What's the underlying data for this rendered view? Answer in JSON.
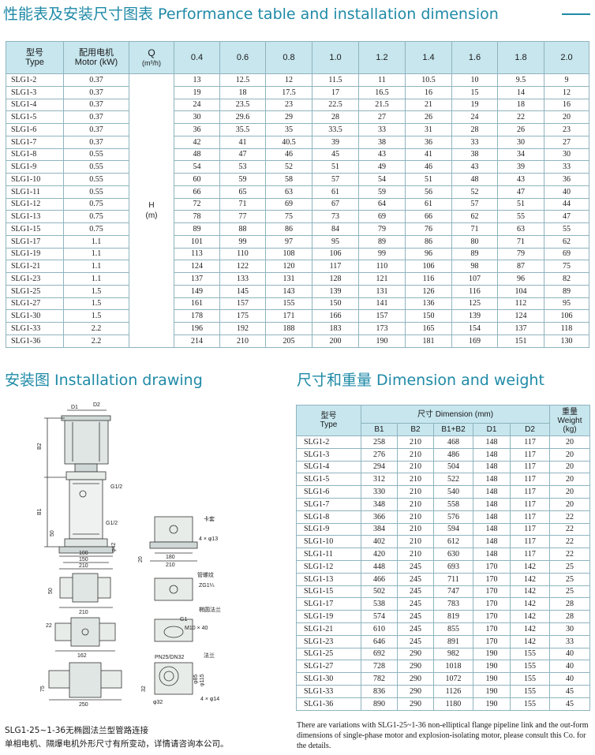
{
  "titles": {
    "performance": "性能表及安装尺寸图表 Performance table and installation dimension",
    "installation": "安装图 Installation drawing",
    "dimension": "尺寸和重量 Dimension and weight"
  },
  "performance_table": {
    "header": {
      "type_zh": "型号",
      "type_en": "Type",
      "motor_zh": "配用电机",
      "motor_en": "Motor (kW)",
      "q_label": "Q",
      "q_unit": "(m³/h)",
      "flows": [
        "0.4",
        "0.6",
        "0.8",
        "1.0",
        "1.2",
        "1.4",
        "1.6",
        "1.8",
        "2.0"
      ]
    },
    "h_label": "H",
    "h_unit": "(m)",
    "rows": [
      {
        "type": "SLG1-2",
        "motor": "0.37",
        "h": [
          "13",
          "12.5",
          "12",
          "11.5",
          "11",
          "10.5",
          "10",
          "9.5",
          "9"
        ]
      },
      {
        "type": "SLG1-3",
        "motor": "0.37",
        "h": [
          "19",
          "18",
          "17.5",
          "17",
          "16.5",
          "16",
          "15",
          "14",
          "12"
        ]
      },
      {
        "type": "SLG1-4",
        "motor": "0.37",
        "h": [
          "24",
          "23.5",
          "23",
          "22.5",
          "21.5",
          "21",
          "19",
          "18",
          "16"
        ]
      },
      {
        "type": "SLG1-5",
        "motor": "0.37",
        "h": [
          "30",
          "29.6",
          "29",
          "28",
          "27",
          "26",
          "24",
          "22",
          "20"
        ]
      },
      {
        "type": "SLG1-6",
        "motor": "0.37",
        "h": [
          "36",
          "35.5",
          "35",
          "33.5",
          "33",
          "31",
          "28",
          "26",
          "23"
        ]
      },
      {
        "type": "SLG1-7",
        "motor": "0.37",
        "h": [
          "42",
          "41",
          "40.5",
          "39",
          "38",
          "36",
          "33",
          "30",
          "27"
        ]
      },
      {
        "type": "SLG1-8",
        "motor": "0.55",
        "h": [
          "48",
          "47",
          "46",
          "45",
          "43",
          "41",
          "38",
          "34",
          "30"
        ]
      },
      {
        "type": "SLG1-9",
        "motor": "0.55",
        "h": [
          "54",
          "53",
          "52",
          "51",
          "49",
          "46",
          "43",
          "39",
          "33"
        ]
      },
      {
        "type": "SLG1-10",
        "motor": "0.55",
        "h": [
          "60",
          "59",
          "58",
          "57",
          "54",
          "51",
          "48",
          "43",
          "36"
        ]
      },
      {
        "type": "SLG1-11",
        "motor": "0.55",
        "h": [
          "66",
          "65",
          "63",
          "61",
          "59",
          "56",
          "52",
          "47",
          "40"
        ]
      },
      {
        "type": "SLG1-12",
        "motor": "0.75",
        "h": [
          "72",
          "71",
          "69",
          "67",
          "64",
          "61",
          "57",
          "51",
          "44"
        ]
      },
      {
        "type": "SLG1-13",
        "motor": "0.75",
        "h": [
          "78",
          "77",
          "75",
          "73",
          "69",
          "66",
          "62",
          "55",
          "47"
        ]
      },
      {
        "type": "SLG1-15",
        "motor": "0.75",
        "h": [
          "89",
          "88",
          "86",
          "84",
          "79",
          "76",
          "71",
          "63",
          "55"
        ]
      },
      {
        "type": "SLG1-17",
        "motor": "1.1",
        "h": [
          "101",
          "99",
          "97",
          "95",
          "89",
          "86",
          "80",
          "71",
          "62"
        ]
      },
      {
        "type": "SLG1-19",
        "motor": "1.1",
        "h": [
          "113",
          "110",
          "108",
          "106",
          "99",
          "96",
          "89",
          "79",
          "69"
        ]
      },
      {
        "type": "SLG1-21",
        "motor": "1.1",
        "h": [
          "124",
          "122",
          "120",
          "117",
          "110",
          "106",
          "98",
          "87",
          "75"
        ]
      },
      {
        "type": "SLG1-23",
        "motor": "1.1",
        "h": [
          "137",
          "133",
          "131",
          "128",
          "121",
          "116",
          "107",
          "96",
          "82"
        ]
      },
      {
        "type": "SLG1-25",
        "motor": "1.5",
        "h": [
          "149",
          "145",
          "143",
          "139",
          "131",
          "126",
          "116",
          "104",
          "89"
        ]
      },
      {
        "type": "SLG1-27",
        "motor": "1.5",
        "h": [
          "161",
          "157",
          "155",
          "150",
          "141",
          "136",
          "125",
          "112",
          "95"
        ]
      },
      {
        "type": "SLG1-30",
        "motor": "1.5",
        "h": [
          "178",
          "175",
          "171",
          "166",
          "157",
          "150",
          "139",
          "124",
          "106"
        ]
      },
      {
        "type": "SLG1-33",
        "motor": "2.2",
        "h": [
          "196",
          "192",
          "188",
          "183",
          "173",
          "165",
          "154",
          "137",
          "118"
        ]
      },
      {
        "type": "SLG1-36",
        "motor": "2.2",
        "h": [
          "214",
          "210",
          "205",
          "200",
          "190",
          "181",
          "169",
          "151",
          "130"
        ]
      }
    ]
  },
  "dimension_table": {
    "header": {
      "type_zh": "型号",
      "type_en": "Type",
      "size": "尺寸 Dimension (mm)",
      "cols": [
        "B1",
        "B2",
        "B1+B2",
        "D1",
        "D2"
      ],
      "weight_zh": "重量",
      "weight_en": "Weight",
      "weight_unit": "(kg)"
    },
    "rows": [
      {
        "type": "SLG1-2",
        "v": [
          "258",
          "210",
          "468",
          "148",
          "117",
          "20"
        ]
      },
      {
        "type": "SLG1-3",
        "v": [
          "276",
          "210",
          "486",
          "148",
          "117",
          "20"
        ]
      },
      {
        "type": "SLG1-4",
        "v": [
          "294",
          "210",
          "504",
          "148",
          "117",
          "20"
        ]
      },
      {
        "type": "SLG1-5",
        "v": [
          "312",
          "210",
          "522",
          "148",
          "117",
          "20"
        ]
      },
      {
        "type": "SLG1-6",
        "v": [
          "330",
          "210",
          "540",
          "148",
          "117",
          "20"
        ]
      },
      {
        "type": "SLG1-7",
        "v": [
          "348",
          "210",
          "558",
          "148",
          "117",
          "20"
        ]
      },
      {
        "type": "SLG1-8",
        "v": [
          "366",
          "210",
          "576",
          "148",
          "117",
          "22"
        ]
      },
      {
        "type": "SLG1-9",
        "v": [
          "384",
          "210",
          "594",
          "148",
          "117",
          "22"
        ]
      },
      {
        "type": "SLG1-10",
        "v": [
          "402",
          "210",
          "612",
          "148",
          "117",
          "22"
        ]
      },
      {
        "type": "SLG1-11",
        "v": [
          "420",
          "210",
          "630",
          "148",
          "117",
          "22"
        ]
      },
      {
        "type": "SLG1-12",
        "v": [
          "448",
          "245",
          "693",
          "170",
          "142",
          "25"
        ]
      },
      {
        "type": "SLG1-13",
        "v": [
          "466",
          "245",
          "711",
          "170",
          "142",
          "25"
        ]
      },
      {
        "type": "SLG1-15",
        "v": [
          "502",
          "245",
          "747",
          "170",
          "142",
          "25"
        ]
      },
      {
        "type": "SLG1-17",
        "v": [
          "538",
          "245",
          "783",
          "170",
          "142",
          "28"
        ]
      },
      {
        "type": "SLG1-19",
        "v": [
          "574",
          "245",
          "819",
          "170",
          "142",
          "28"
        ]
      },
      {
        "type": "SLG1-21",
        "v": [
          "610",
          "245",
          "855",
          "170",
          "142",
          "30"
        ]
      },
      {
        "type": "SLG1-23",
        "v": [
          "646",
          "245",
          "891",
          "170",
          "142",
          "33"
        ]
      },
      {
        "type": "SLG1-25",
        "v": [
          "692",
          "290",
          "982",
          "190",
          "155",
          "40"
        ]
      },
      {
        "type": "SLG1-27",
        "v": [
          "728",
          "290",
          "1018",
          "190",
          "155",
          "40"
        ]
      },
      {
        "type": "SLG1-30",
        "v": [
          "782",
          "290",
          "1072",
          "190",
          "155",
          "40"
        ]
      },
      {
        "type": "SLG1-33",
        "v": [
          "836",
          "290",
          "1126",
          "190",
          "155",
          "45"
        ]
      },
      {
        "type": "SLG1-36",
        "v": [
          "890",
          "290",
          "1180",
          "190",
          "155",
          "45"
        ]
      }
    ]
  },
  "drawing_labels": {
    "d1": "D1",
    "d2": "D2",
    "b1": "B1",
    "b2": "B2",
    "g_upper": "G1/2",
    "g_lower": "G1/2",
    "dim_50a": "50",
    "dim_100": "100",
    "dim_150": "150",
    "dim_210a": "210",
    "dim_42": "φ42",
    "dim_50b": "50",
    "dim_210b": "210",
    "dim_22": "22",
    "dim_162": "162",
    "dim_75": "75",
    "dim_250": "250",
    "kataojian": "卡套",
    "bolt_4x13": "4 × φ13",
    "dim_20": "20",
    "dim_180": "180",
    "dim_210c": "210",
    "pipe_thread": "管螺纹",
    "zg": "ZG1¼",
    "oval_flange": "椭圆法兰",
    "g1": "G1",
    "m10": "M10 × 40",
    "pn": "PN25/DN32",
    "flange": "法兰",
    "dim_115": "φ115",
    "dim_85": "φ85",
    "dim_32a": "32",
    "dim_32b": "φ32",
    "bolt_4x14": "4 × φ14"
  },
  "captions": {
    "line1": "SLG1-25~1-36无椭圆法兰型管路连接",
    "line2": "单相电机、隔爆电机外形尺寸有所变动，详情请咨询本公司。",
    "note": "There are variations with SLG1-25~1-36 non-elliptical flange pipeline link and the out-form dimensions of single-phase motor and explosion-isolating motor, please consult this Co. for the details."
  },
  "colors": {
    "accent": "#1f8aa7",
    "header_fill": "#c7e6ee",
    "border": "#8fb4bf"
  }
}
